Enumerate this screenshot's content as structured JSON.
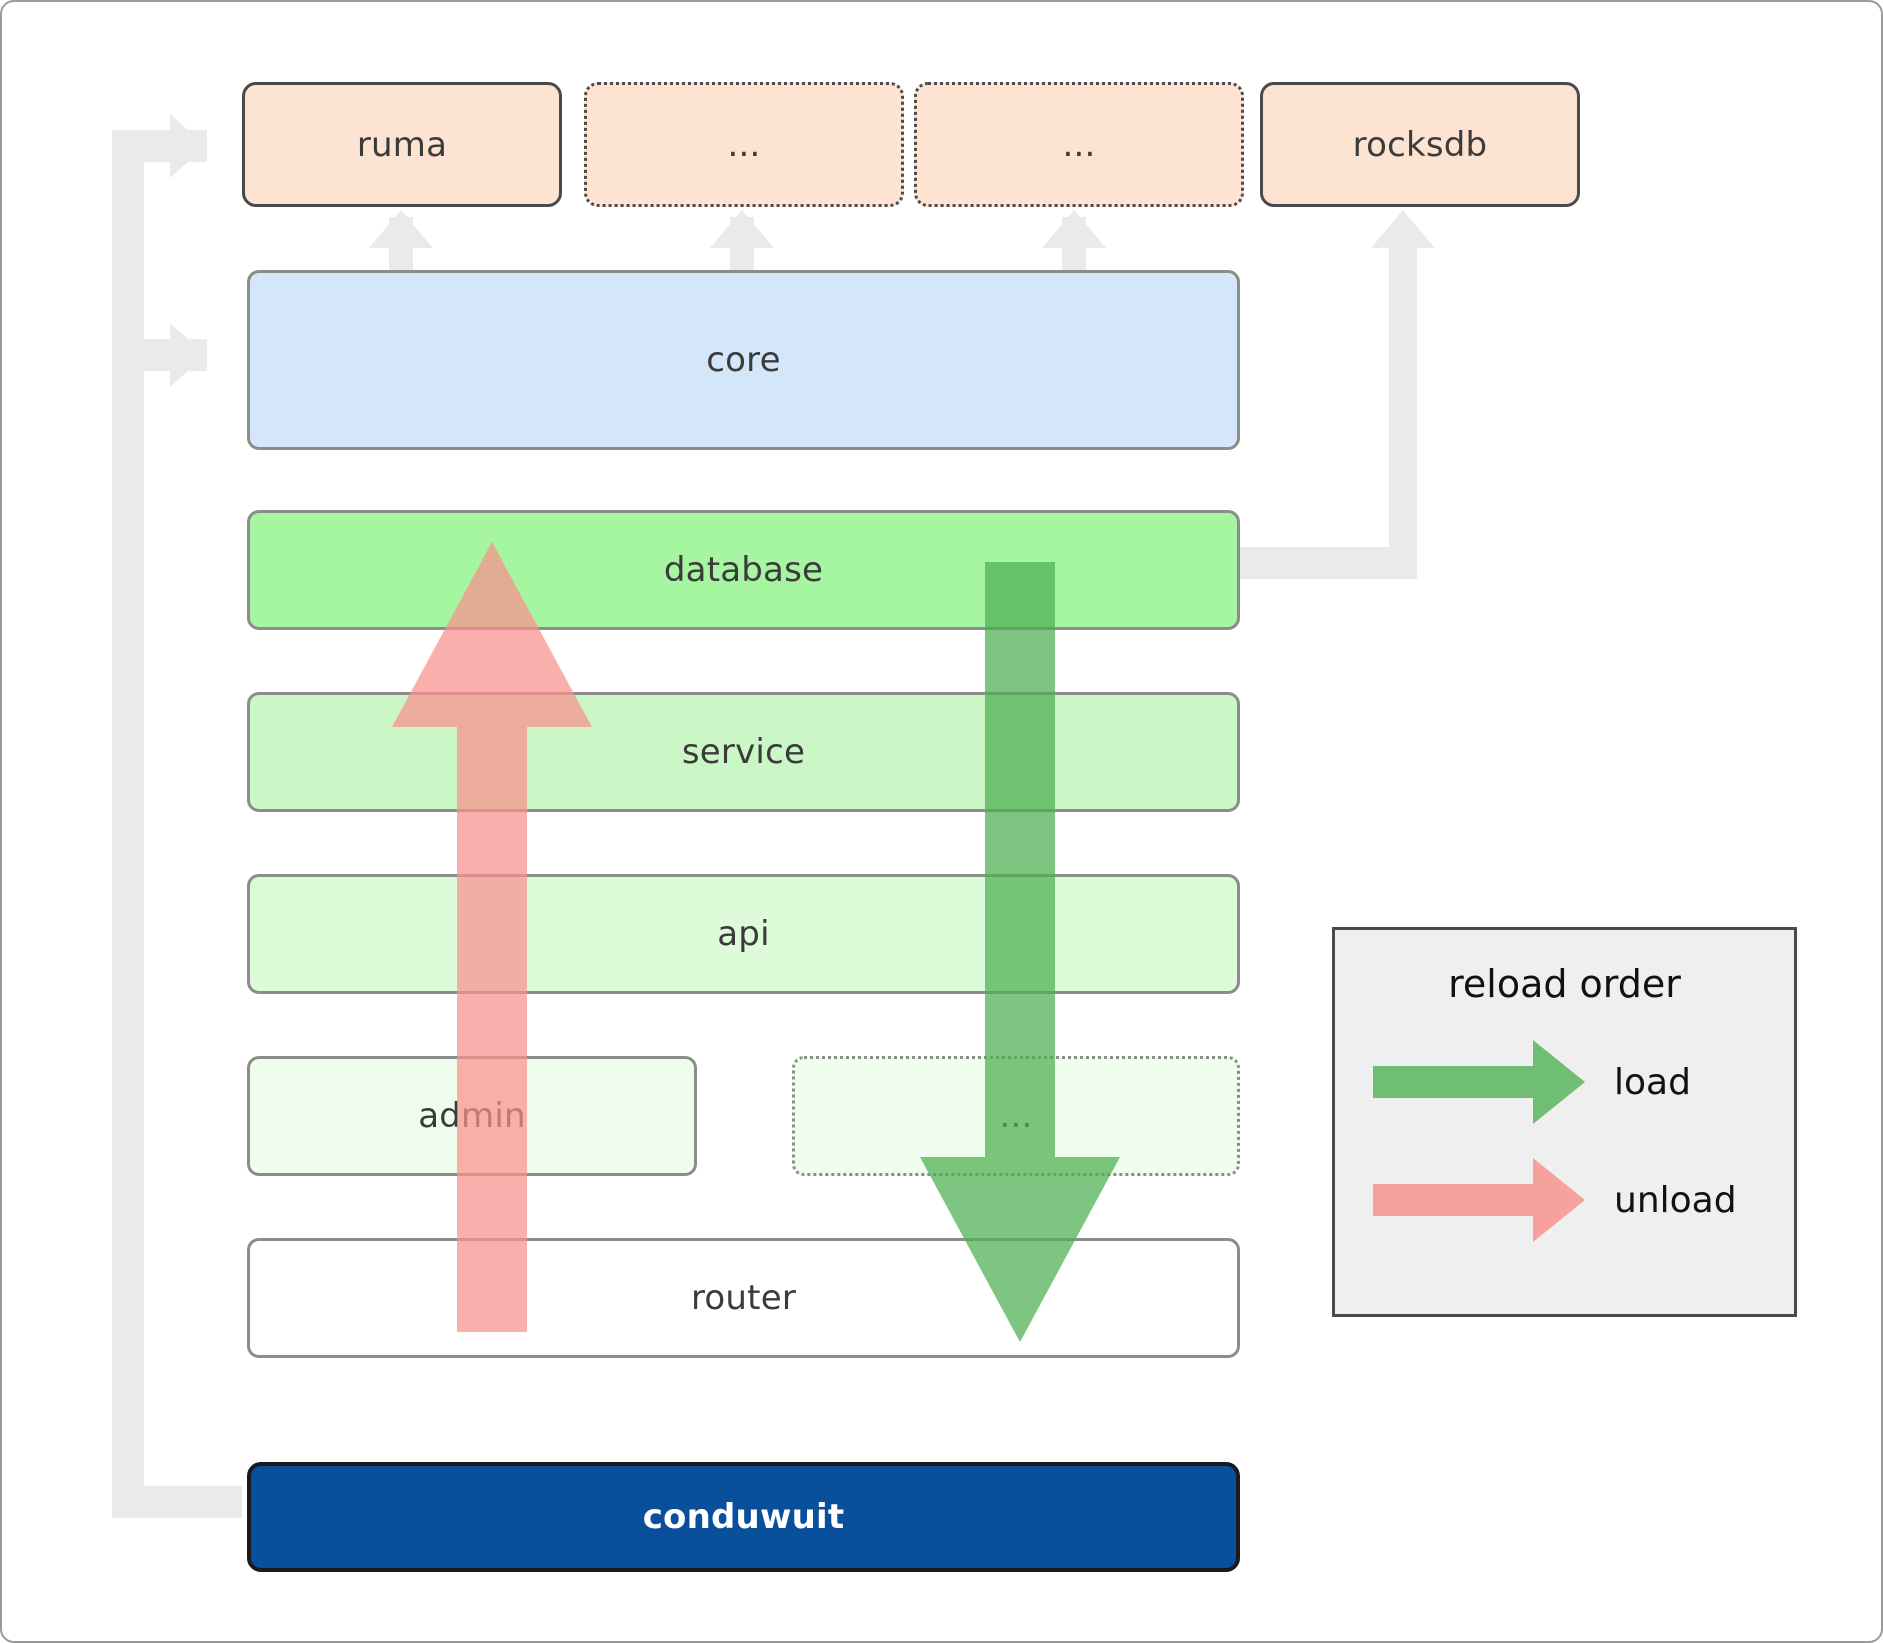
{
  "diagram": {
    "title": "conduwuit crate / reload order architecture",
    "dependencies": [
      {
        "id": "ruma",
        "label": "ruma",
        "style": "solid",
        "color": "#fde3d1"
      },
      {
        "id": "dep-dots-1",
        "label": "...",
        "style": "dotted",
        "color": "#fde3d1"
      },
      {
        "id": "dep-dots-2",
        "label": "...",
        "style": "dotted",
        "color": "#fde3d1"
      },
      {
        "id": "rocksdb",
        "label": "rocksdb",
        "style": "solid",
        "color": "#fde3d1"
      }
    ],
    "layers": [
      {
        "id": "core",
        "label": "core",
        "color": "#d4e7fa"
      },
      {
        "id": "database",
        "label": "database",
        "color": "#a6f5a0"
      },
      {
        "id": "service",
        "label": "service",
        "color": "#cbf7c6"
      },
      {
        "id": "api",
        "label": "api",
        "color": "#ddfad9"
      },
      {
        "id": "admin",
        "label": "admin",
        "color": "#effdec"
      },
      {
        "id": "low-dots",
        "label": "...",
        "color": "#effdec"
      },
      {
        "id": "router",
        "label": "router",
        "color": "#ffffff"
      }
    ],
    "root": {
      "id": "conduwuit",
      "label": "conduwuit",
      "color": "#0a4f9c",
      "text_color": "#ffffff"
    },
    "legend": {
      "title": "reload order",
      "items": [
        {
          "label": "load",
          "color": "#4caf50",
          "direction": "down"
        },
        {
          "label": "unload",
          "color": "#f98080",
          "direction": "up"
        }
      ]
    },
    "arrows": {
      "unload_color": "#f98080",
      "load_color": "#4caf50",
      "connector_color": "#eaeaea"
    }
  }
}
